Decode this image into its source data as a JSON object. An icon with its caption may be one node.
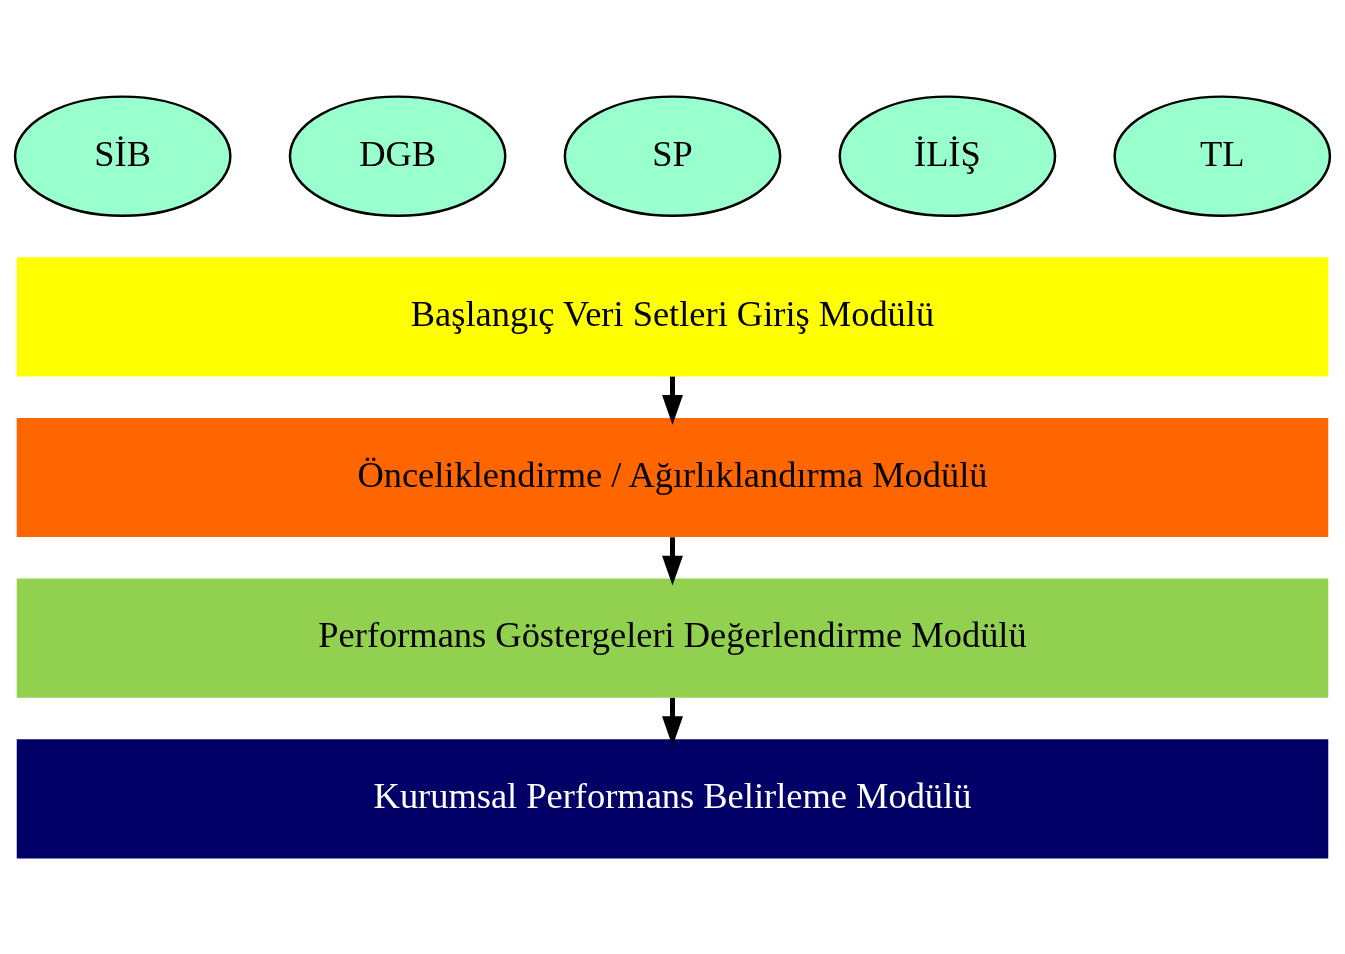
{
  "diagram": {
    "nodes": [
      {
        "text": [
          "SİB"
        ]
      },
      {
        "text": [
          "DGB"
        ]
      },
      {
        "text": [
          "SP"
        ]
      },
      {
        "text": [
          "İLİŞ"
        ]
      },
      {
        "text": [
          "TL"
        ]
      },
      {
        "text": [
          "Başlangıç Veri Setleri Giriş Modülü"
        ]
      },
      {
        "text": [
          "Önceliklendirme / Ağırlıklandırma Modülü"
        ]
      },
      {
        "text": [
          "Performans Göstergeleri Değerlendirme Modülü"
        ]
      },
      {
        "text": [
          "Kurumsal Performans Belirleme Modülü"
        ]
      }
    ],
    "edges": [
      {
        "from": 5,
        "to": 6,
        "arrow": "to"
      },
      {
        "from": 6,
        "to": 7,
        "arrow": "to"
      },
      {
        "from": 7,
        "to": 8,
        "arrow": "to"
      }
    ]
  }
}
